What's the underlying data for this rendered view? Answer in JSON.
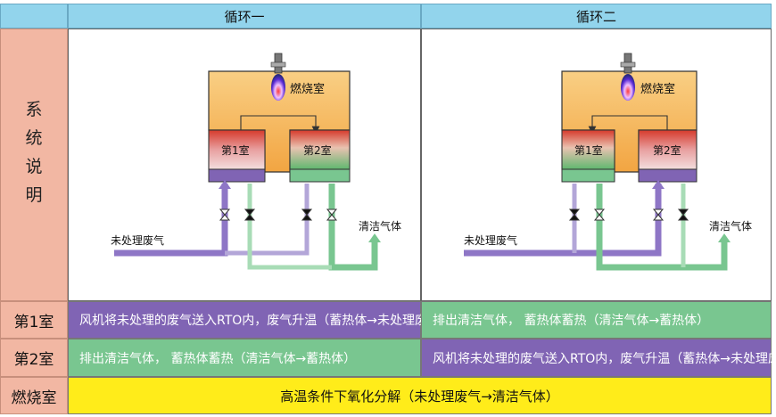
{
  "header": {
    "cycle1": "循环一",
    "cycle2": "循环二"
  },
  "side": {
    "system_label": [
      "系",
      "统",
      "说",
      "明"
    ]
  },
  "diagram": {
    "combustion_chamber": "燃烧室",
    "chamber1": "第1室",
    "chamber2": "第2室",
    "untreated_gas": "未处理废气",
    "clean_gas": "清洁气体"
  },
  "rows": {
    "room1": {
      "label": "第1室",
      "cycle1": "风机将未处理的废气送入RTO内，废气升温（蓄热体→未处理废气）",
      "cycle2": "排出清洁气体，  蓄热体蓄热（清洁气体→蓄热体）"
    },
    "room2": {
      "label": "第2室",
      "cycle1": "排出清洁气体，  蓄热体蓄热（清洁气体→蓄热体）",
      "cycle2": "风机将未处理的废气送入RTO内，废气升温（蓄热体→未处理废气）"
    },
    "burner": {
      "label": "燃烧室",
      "text": "高温条件下氧化分解（未处理废气→清洁气体）"
    }
  },
  "colors": {
    "header": "#92d4ec",
    "side": "#f2b7a3",
    "purple": "#8064b4",
    "green": "#79c690",
    "yellow": "#ffec1a",
    "chamber_top": "#f5b55c"
  }
}
